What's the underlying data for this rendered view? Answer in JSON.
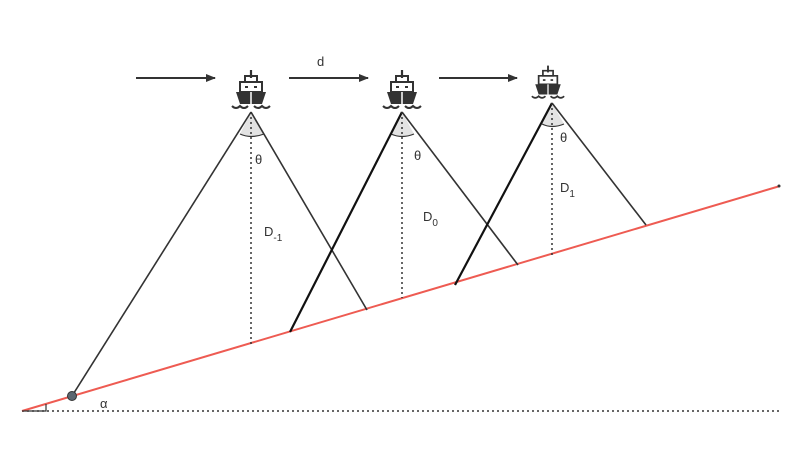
{
  "labels": {
    "d": "d",
    "theta": "θ",
    "alpha": "α",
    "depth_left_main": "D",
    "depth_left_sub": "-1",
    "depth_center_main": "D",
    "depth_center_sub": "0",
    "depth_right_main": "D",
    "depth_right_sub": "1"
  },
  "icons": {
    "ship": "ship-icon",
    "arrow": "right-arrow-icon"
  },
  "colors": {
    "seabed": "#ee5b52",
    "line": "#333333",
    "wedge_fill": "#e3e3e3",
    "ship": "#333333",
    "point": "#5b6670"
  }
}
